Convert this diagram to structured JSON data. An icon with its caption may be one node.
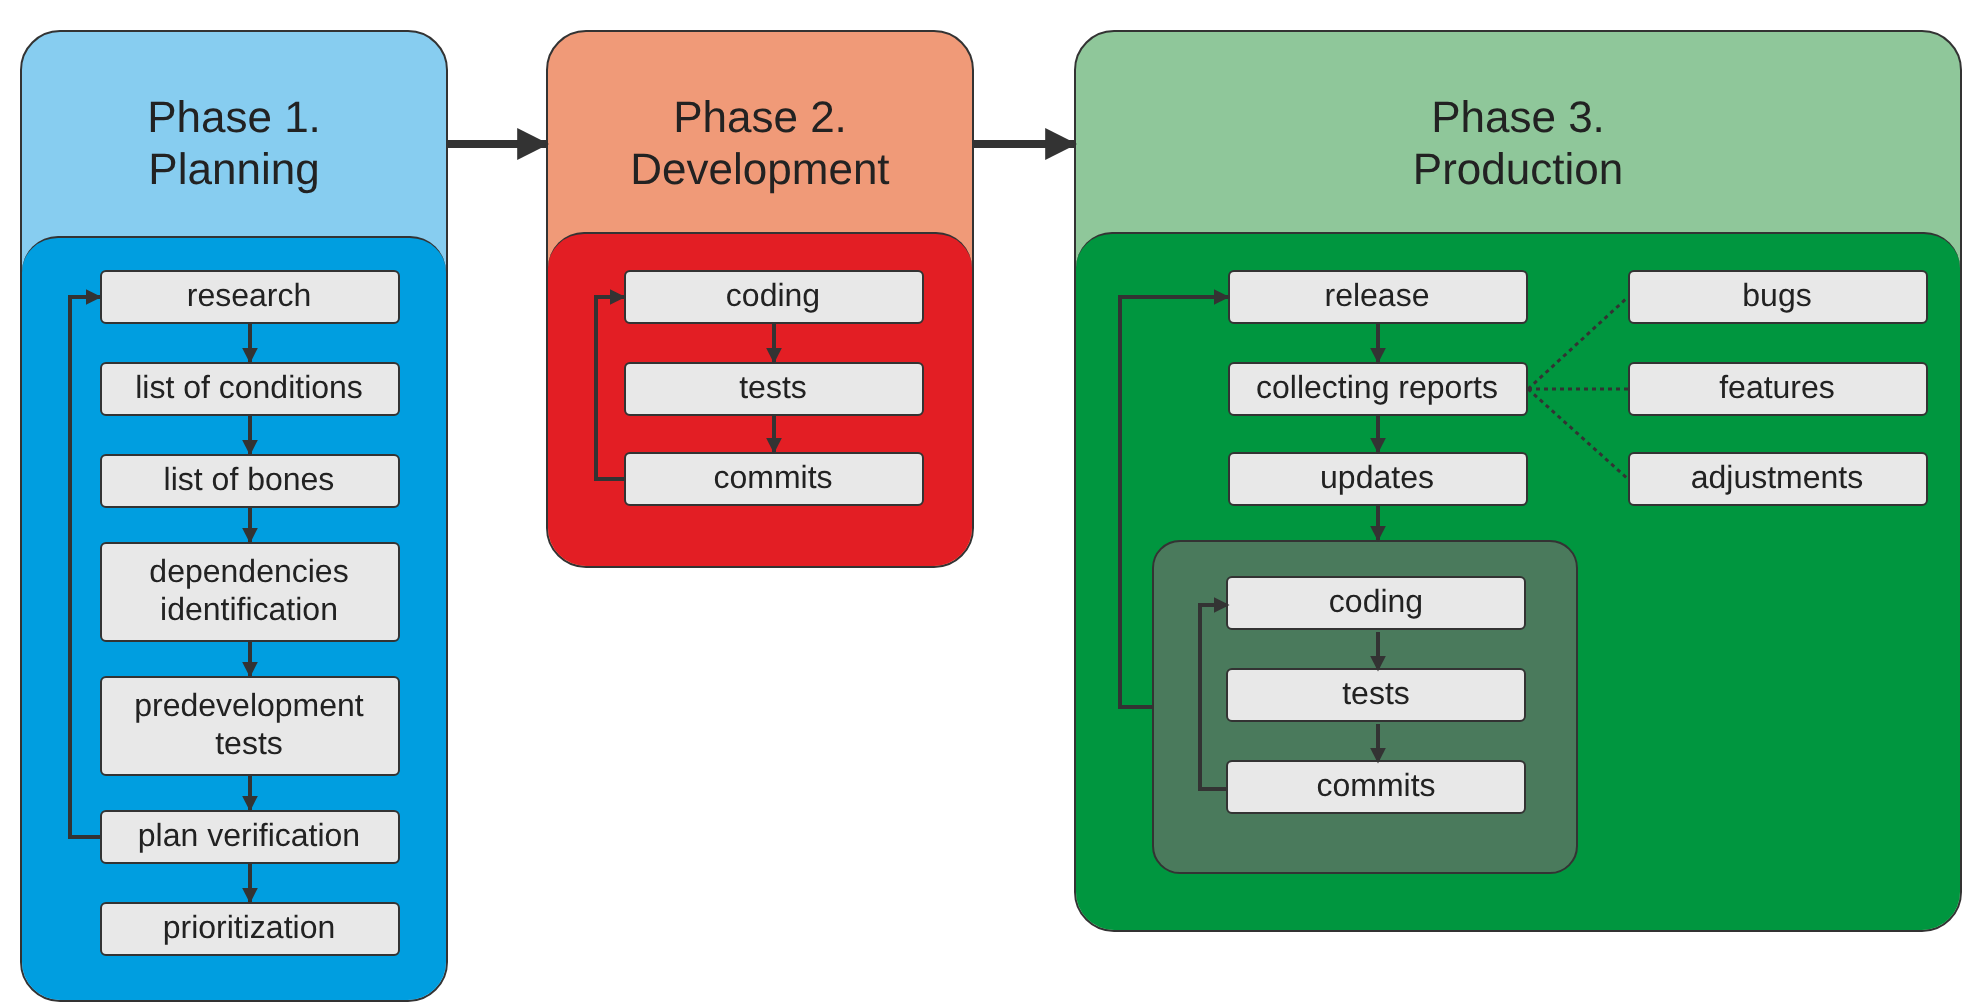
{
  "diagram": {
    "nodes": [
      {
        "text": [
          "Phase 1. Planning"
        ]
      },
      {
        "text": [
          "research"
        ],
        "in": 0
      },
      {
        "text": [
          "list of conditions"
        ],
        "in": 0
      },
      {
        "text": [
          "list of bones"
        ],
        "in": 0
      },
      {
        "text": [
          "dependencies identification"
        ],
        "in": 0
      },
      {
        "text": [
          "predevelopment tests"
        ],
        "in": 0
      },
      {
        "text": [
          "plan verification"
        ],
        "in": 0
      },
      {
        "text": [
          "prioritization"
        ],
        "in": 0
      },
      {
        "text": [
          "Phase 2. Development"
        ]
      },
      {
        "text": [
          "coding"
        ],
        "in": 8
      },
      {
        "text": [
          "tests"
        ],
        "in": 8
      },
      {
        "text": [
          "commits"
        ],
        "in": 8
      },
      {
        "text": [
          "Phase 3. Production"
        ]
      },
      {
        "text": [
          "release"
        ],
        "in": 12
      },
      {
        "text": [
          "collecting reports"
        ],
        "in": 12
      },
      {
        "text": [
          "updates"
        ],
        "in": 12
      },
      {
        "text": [
          "bugs"
        ],
        "in": 12
      },
      {
        "text": [
          "features"
        ],
        "in": 12
      },
      {
        "text": [
          "adjustments"
        ],
        "in": 12
      },
      {
        "text": [],
        "shape": "box",
        "in": 12
      },
      {
        "text": [
          "coding"
        ],
        "in": 19
      },
      {
        "text": [
          "tests"
        ],
        "in": 19
      },
      {
        "text": [
          "commits"
        ],
        "in": 19
      }
    ],
    "edges": [
      {
        "from": 0,
        "to": 8,
        "arrow": "to",
        "style": "thick"
      },
      {
        "from": 8,
        "to": 12,
        "arrow": "to",
        "style": "thick"
      },
      {
        "from": 1,
        "to": 2,
        "arrow": "to"
      },
      {
        "from": 2,
        "to": 3,
        "arrow": "to"
      },
      {
        "from": 3,
        "to": 4,
        "arrow": "to"
      },
      {
        "from": 4,
        "to": 5,
        "arrow": "to"
      },
      {
        "from": 5,
        "to": 6,
        "arrow": "to"
      },
      {
        "from": 6,
        "to": 7,
        "arrow": "to"
      },
      {
        "from": 6,
        "to": 1,
        "arrow": "to"
      },
      {
        "from": 9,
        "to": 10,
        "arrow": "to"
      },
      {
        "from": 10,
        "to": 11,
        "arrow": "to"
      },
      {
        "from": 11,
        "to": 9,
        "arrow": "to"
      },
      {
        "from": 13,
        "to": 14,
        "arrow": "to"
      },
      {
        "from": 14,
        "to": 15,
        "arrow": "to"
      },
      {
        "from": 15,
        "to": 19,
        "arrow": "to"
      },
      {
        "from": 19,
        "to": 13,
        "arrow": "to"
      },
      {
        "from": 14,
        "to": 16,
        "arrow": "none",
        "style": "dashed"
      },
      {
        "from": 14,
        "to": 17,
        "arrow": "none",
        "style": "dashed"
      },
      {
        "from": 14,
        "to": 18,
        "arrow": "none",
        "style": "dashed"
      },
      {
        "from": 20,
        "to": 21,
        "arrow": "to"
      },
      {
        "from": 21,
        "to": 22,
        "arrow": "to"
      },
      {
        "from": 22,
        "to": 20,
        "arrow": "to"
      }
    ]
  }
}
